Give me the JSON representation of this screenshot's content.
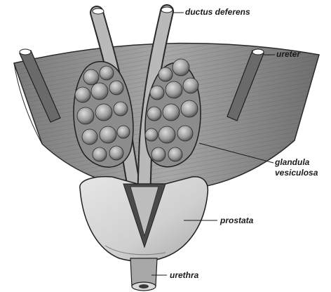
{
  "labels": {
    "ductus_deferens": "ductus deferens",
    "ureter": "ureter",
    "glandula_line1": "glandula",
    "glandula_line2": "vesiculosa",
    "prostata": "prostata",
    "urethra": "urethra"
  },
  "colors": {
    "ink": "#1a1a1a",
    "bladder_fill": "#9a9a9a",
    "bladder_dark": "#5c5c5c",
    "gland_fill": "#8c8c8c",
    "prostate_fill": "#d6d6d6",
    "background": "#ffffff"
  }
}
